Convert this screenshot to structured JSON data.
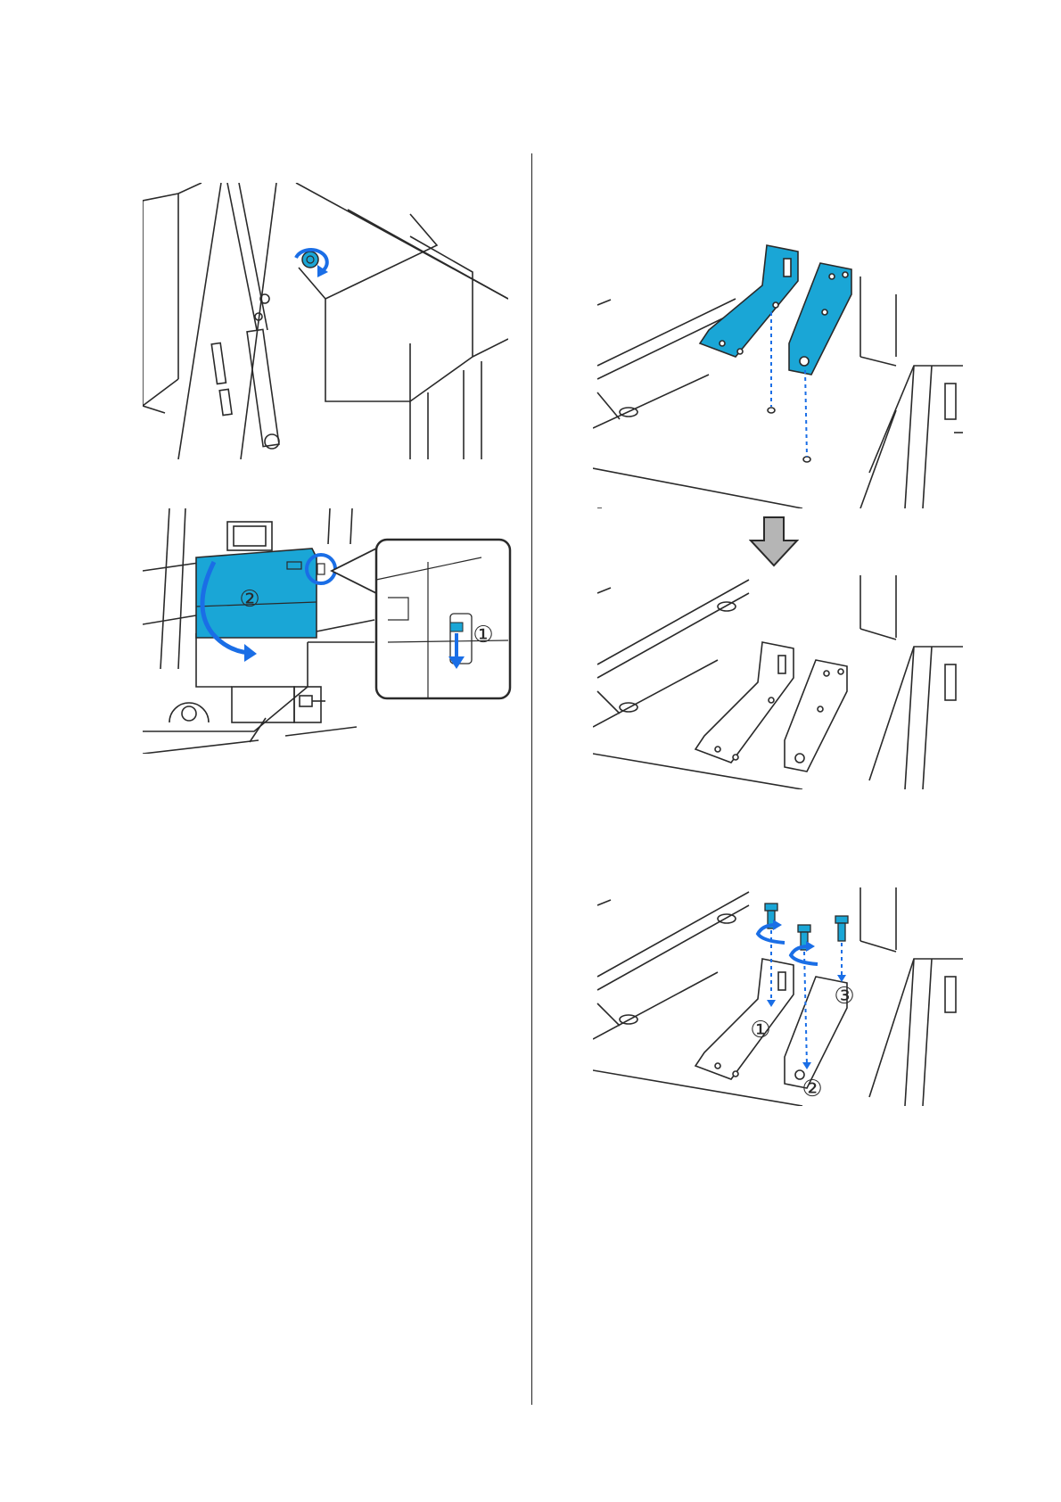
{
  "colors": {
    "line": "#2a2a2a",
    "part_fill": "#1aa6d6",
    "arrow": "#1a6ee6",
    "gray_arrow": "#b5b5b5"
  },
  "icons": [
    "rotate-arrow-icon",
    "curved-arrow-icon",
    "down-arrow-icon",
    "gray-down-arrow-icon",
    "screw-icon"
  ],
  "illustrations": {
    "latch": {
      "step1": "①",
      "step2": "②"
    },
    "screws": {
      "step1": "①",
      "step2": "②",
      "step3": "③"
    }
  }
}
